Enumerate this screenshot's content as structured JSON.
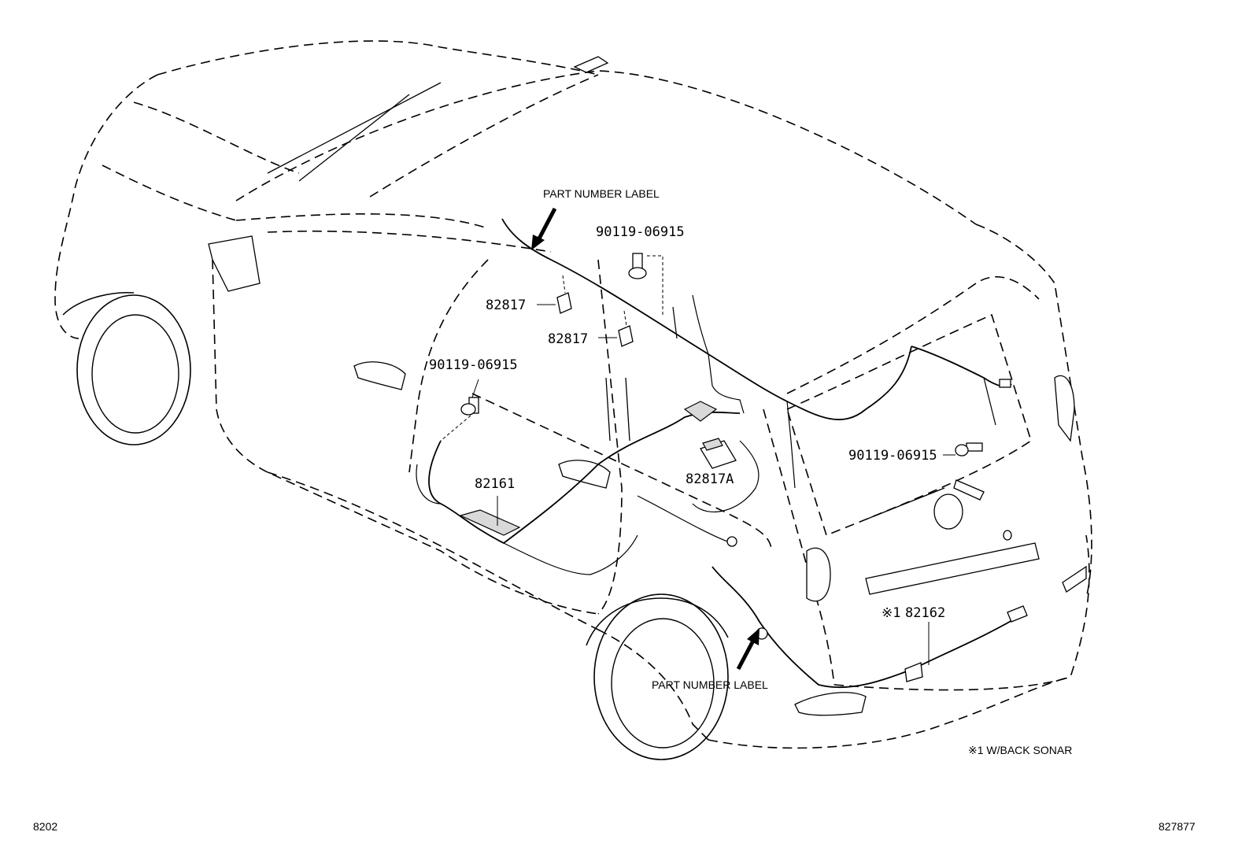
{
  "labels": {
    "part_number_label_top": "PART NUMBER LABEL",
    "part_number_label_bottom": "PART NUMBER LABEL",
    "bolt_top": "90119-06915",
    "bolt_left": "90119-06915",
    "bolt_right": "90119-06915",
    "clamp_1": "82817",
    "clamp_2": "82817",
    "protector": "82817A",
    "harness_floor": "82161",
    "harness_rear_prefix": "※1",
    "harness_rear": "82162",
    "note": "※1 W/BACK SONAR"
  },
  "footer": {
    "left_code": "8202",
    "right_code": "827877"
  }
}
